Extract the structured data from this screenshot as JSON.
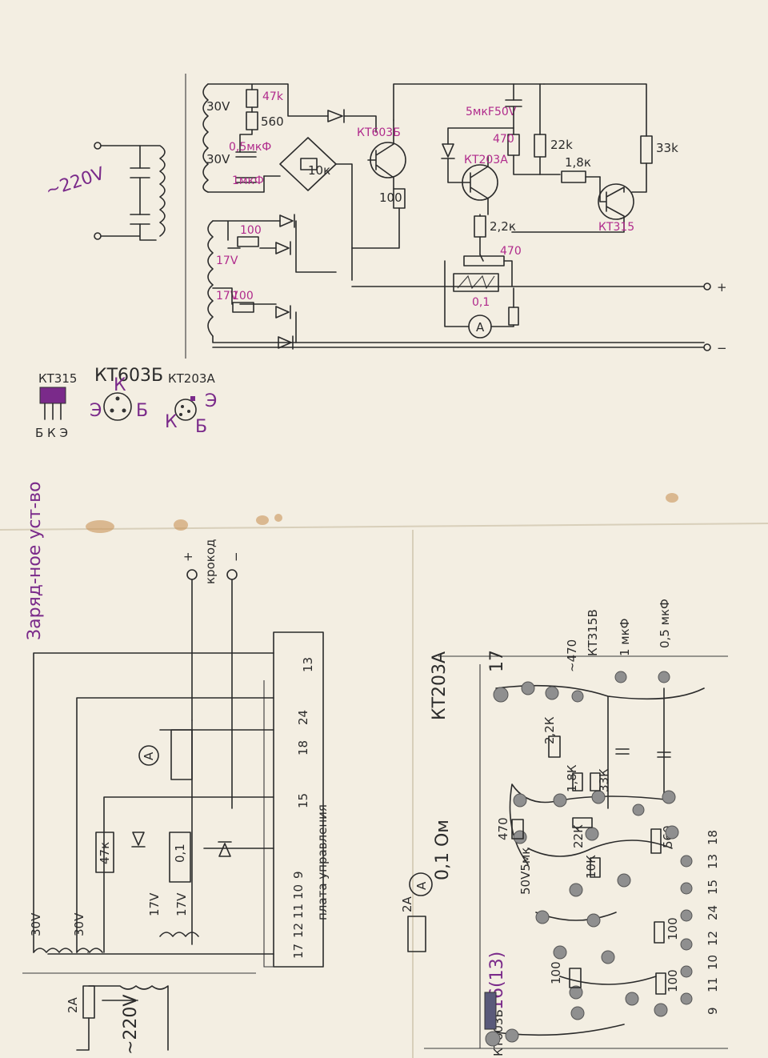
{
  "top_schematic": {
    "mains": "~220V",
    "coil_upper_a": "30V",
    "coil_upper_b": "30V",
    "coil_mid": "17V",
    "coil_low": "17V",
    "r_47k": "47k",
    "r_560": "560",
    "cap_05": "0,5мкФ",
    "cap_1": "1мкФ",
    "bridge_r": "10к",
    "r_100_a": "100",
    "r_100_b": "100",
    "r_100_c": "100",
    "cap_electro": "5мкF50V",
    "t_kt603": "КТ603Б",
    "t_kt203": "КТ203А",
    "t_kt315": "КТ315",
    "r_470_top": "470",
    "r_22k": "22k",
    "r_33k": "33k",
    "r_18k": "1,8к",
    "r_22k_low": "2,2к",
    "pot_470": "470",
    "shunt": "0,1",
    "ammeter": "A",
    "plus": "+",
    "minus": "−"
  },
  "pinouts": {
    "kt315": {
      "name": "КТ315",
      "pins": "Б К Э"
    },
    "kt603": {
      "name": "КТ603Б",
      "k": "К",
      "e": "Э",
      "b": "Б"
    },
    "kt203": {
      "name": "КТ203А",
      "e": "Э",
      "k": "К",
      "b": "Б"
    }
  },
  "wiring": {
    "title": "Заряд-ное уст-во",
    "krokod": "крокод",
    "board": "плата управления",
    "plus": "+",
    "minus": "−",
    "pins": [
      "13",
      "24",
      "18",
      "15",
      "9",
      "10",
      "11",
      "12",
      "17"
    ],
    "coil_30a": "30V",
    "coil_30b": "30V",
    "coil_17a": "17V",
    "coil_17b": "17V",
    "r_47k": "47к",
    "shunt": "0,1",
    "ammeter": "A",
    "fuse": "2A",
    "mains": "~220V"
  },
  "board_layout": {
    "t_kt203": "КТ203А",
    "shunt": "0,1 Ом",
    "fuse": "2А",
    "pin_16": "16(13)",
    "pin_17": "17",
    "t_kt603": "КТ603Б",
    "t_kt315": "КТ315В",
    "r_470": "~470",
    "r_22k": "2,2К",
    "r_18k": "1,8К",
    "r_33k": "33К",
    "r_470b": "470",
    "r_22kb": "22К",
    "r_10k": "10К",
    "cap": "50V5мк",
    "r_560": "560",
    "r_100a": "100",
    "r_100b": "100",
    "r_100c": "100",
    "c1": "1 мкФ",
    "c05": "0,5 мкФ",
    "pins_bottom": [
      "9",
      "11",
      "10",
      "12",
      "24",
      "15",
      "13",
      "18"
    ],
    "ammeter": "A"
  }
}
